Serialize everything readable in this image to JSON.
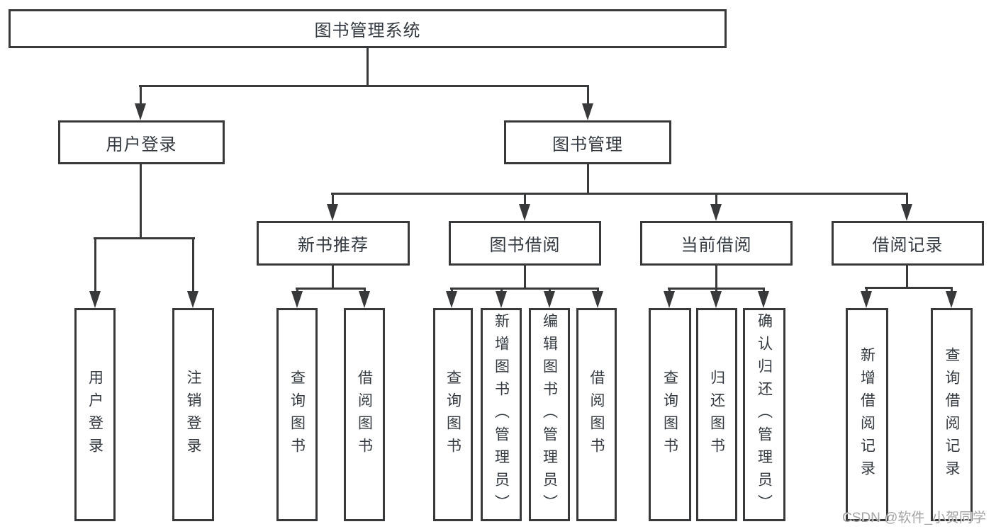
{
  "tree": {
    "root": {
      "label": "图书管理系统"
    },
    "user_login": {
      "label": "用户登录",
      "leaves": [
        {
          "label": "用户登录"
        },
        {
          "label": "注销登录"
        }
      ]
    },
    "book_management": {
      "label": "图书管理",
      "groups": [
        {
          "label": "新书推荐",
          "leaves": [
            {
              "label": "查询图书"
            },
            {
              "label": "借阅图书"
            }
          ]
        },
        {
          "label": "图书借阅",
          "leaves": [
            {
              "label": "查询图书"
            },
            {
              "label": "新增图书（管理员）"
            },
            {
              "label": "编辑图书（管理员）"
            },
            {
              "label": "借阅图书"
            }
          ]
        },
        {
          "label": "当前借阅",
          "leaves": [
            {
              "label": "查询图书"
            },
            {
              "label": "归还图书"
            },
            {
              "label": "确认归还（管理员）"
            }
          ]
        },
        {
          "label": "借阅记录",
          "leaves": [
            {
              "label": "新增借阅记录"
            },
            {
              "label": "查询借阅记录"
            }
          ]
        }
      ]
    },
    "watermark": "CSDN @软件_小贺同学",
    "colors": {
      "line": "#38393b",
      "text": "#333940",
      "watermark": "#9b9b9b",
      "background": "#ffffff"
    }
  }
}
